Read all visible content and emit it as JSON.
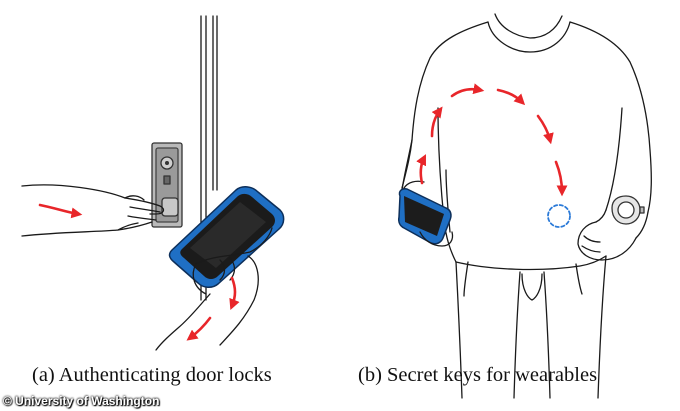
{
  "panels": {
    "left": {
      "caption": "(a) Authenticating door locks"
    },
    "right": {
      "caption": "(b) Secret keys for wearables"
    }
  },
  "credit": "© University of Washington",
  "colors": {
    "arrow": "#e8262a",
    "phone_case": "#1f6fc4",
    "target_circle": "#2b7ad8",
    "line_art": "#1a1a1a"
  },
  "icons": [
    "door-lock-icon",
    "smartphone-icon",
    "smartwatch-icon",
    "motion-arrow-icon"
  ]
}
